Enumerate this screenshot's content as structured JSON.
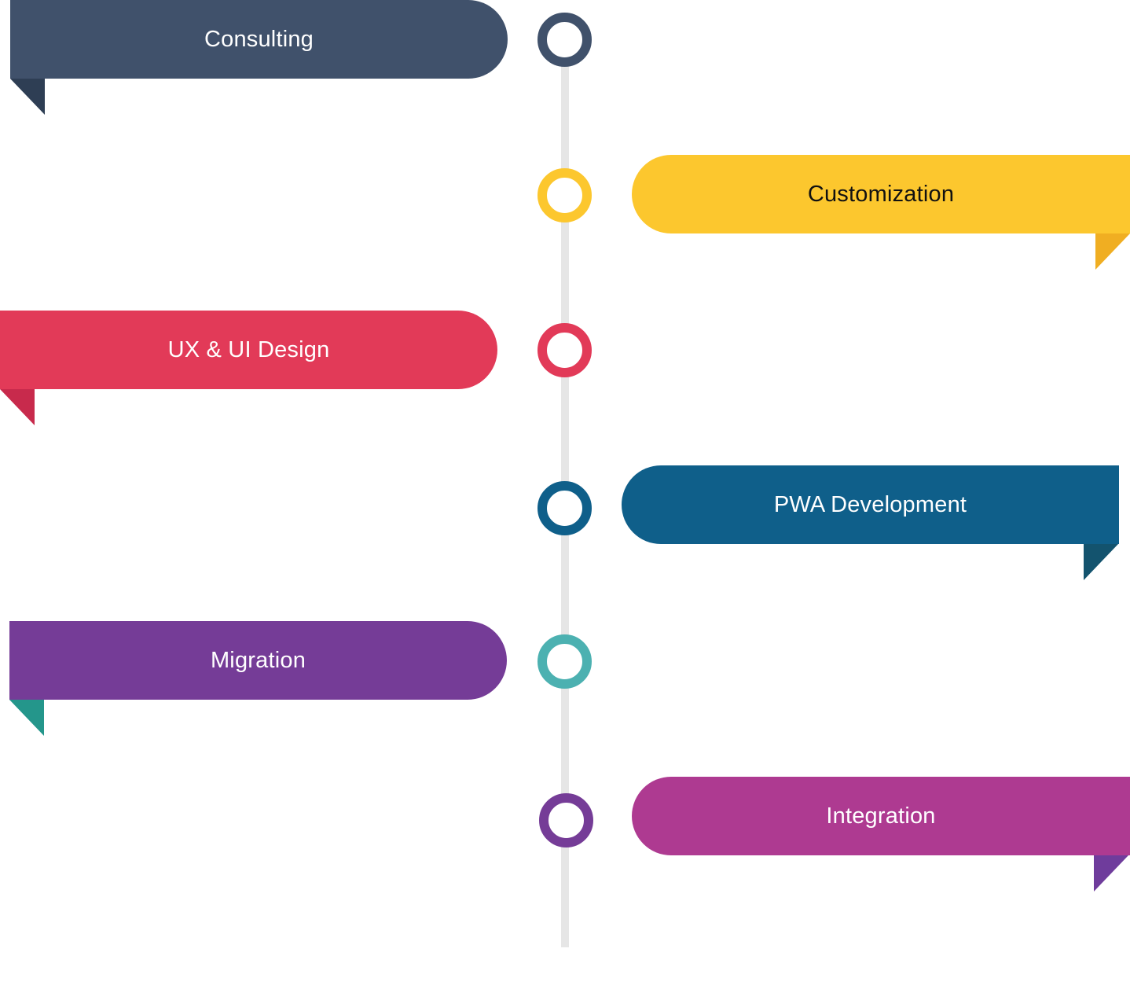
{
  "items": [
    {
      "label": "Consulting",
      "side": "left",
      "banner_color": "#40516b",
      "fold_color": "#2e3e54",
      "node_color": "#40516b",
      "text_color": "#ffffff"
    },
    {
      "label": "Customization",
      "side": "right",
      "banner_color": "#fcc72e",
      "fold_color": "#f0ae22",
      "node_color": "#fcc72e",
      "text_color": "#111111"
    },
    {
      "label": "UX & UI Design",
      "side": "left",
      "banner_color": "#e23a58",
      "fold_color": "#c82a4c",
      "node_color": "#e23a58",
      "text_color": "#ffffff"
    },
    {
      "label": "PWA Development",
      "side": "right",
      "banner_color": "#0f5f8a",
      "fold_color": "#13536e",
      "node_color": "#0f5f8a",
      "text_color": "#ffffff"
    },
    {
      "label": "Migration",
      "side": "left",
      "banner_color": "#753c97",
      "fold_color": "#24968b",
      "node_color": "#4cb1b1",
      "text_color": "#ffffff"
    },
    {
      "label": "Integration",
      "side": "right",
      "banner_color": "#ae3a91",
      "fold_color": "#6f3c9c",
      "node_color": "#753c97",
      "text_color": "#ffffff"
    }
  ]
}
